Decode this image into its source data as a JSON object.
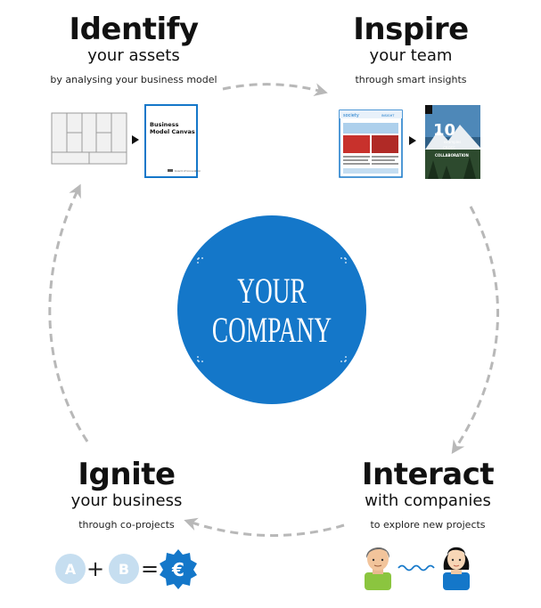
{
  "center": {
    "line1": "YOUR",
    "line2": "COMPANY"
  },
  "steps": {
    "identify": {
      "title": "Identify",
      "subtitle": "your assets",
      "caption": "by analysing your business model"
    },
    "inspire": {
      "title": "Inspire",
      "subtitle": "your team",
      "caption": "through smart insights"
    },
    "interact": {
      "title": "Interact",
      "subtitle": "with companies",
      "caption": "to explore new projects"
    },
    "ignite": {
      "title": "Ignite",
      "subtitle": "your business",
      "caption": "through co-projects"
    }
  },
  "canvas_doc": {
    "title_line1": "Business",
    "title_line2": "Model Canvas",
    "footer": "board of innovation"
  },
  "report": {
    "brand": "society",
    "tag": "INSIGHT",
    "mag_number": "10",
    "mag_line1": "examples",
    "mag_line2": "CROSS",
    "mag_line3": "COLLABORATION"
  },
  "equation": {
    "a": "A",
    "plus": "+",
    "b": "B",
    "equals": "=",
    "euro": "€"
  },
  "colors": {
    "accent": "#1477c9",
    "light": "#c6def0",
    "dash": "#b8b8b8"
  },
  "icons": {
    "arrow": "dashed-arrow-icon",
    "person_left": "man-avatar-icon",
    "person_right": "woman-avatar-icon",
    "wave": "wave-connection-icon"
  }
}
